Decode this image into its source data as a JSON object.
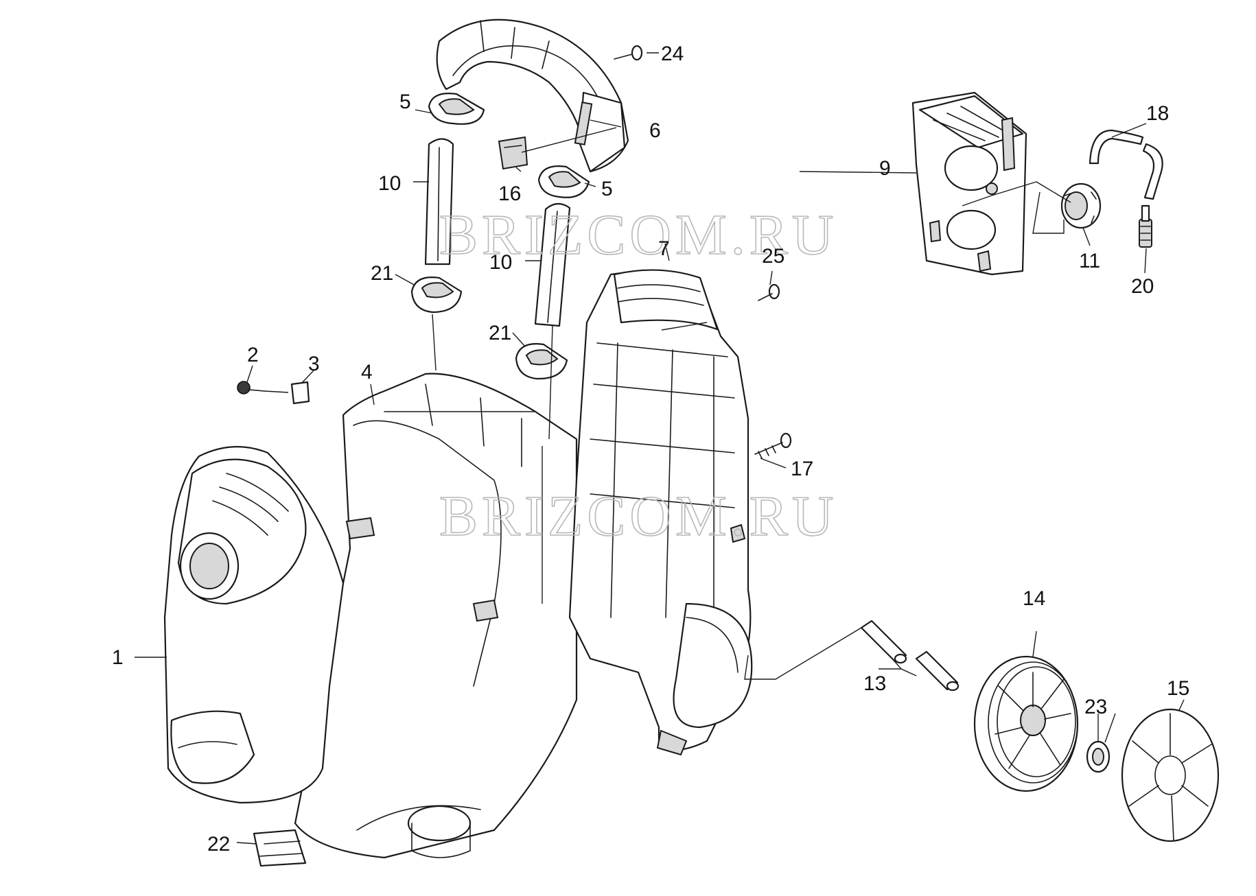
{
  "watermark": {
    "text": "BRIZCOM.RU"
  },
  "callouts": [
    {
      "id": "c1",
      "label": "1"
    },
    {
      "id": "c2",
      "label": "2"
    },
    {
      "id": "c3",
      "label": "3"
    },
    {
      "id": "c4",
      "label": "4"
    },
    {
      "id": "c5a",
      "label": "5"
    },
    {
      "id": "c5b",
      "label": "5"
    },
    {
      "id": "c6",
      "label": "6"
    },
    {
      "id": "c7",
      "label": "7"
    },
    {
      "id": "c9",
      "label": "9"
    },
    {
      "id": "c10a",
      "label": "10"
    },
    {
      "id": "c10b",
      "label": "10"
    },
    {
      "id": "c11",
      "label": "11"
    },
    {
      "id": "c13",
      "label": "13"
    },
    {
      "id": "c14",
      "label": "14"
    },
    {
      "id": "c15",
      "label": "15"
    },
    {
      "id": "c16",
      "label": "16"
    },
    {
      "id": "c17",
      "label": "17"
    },
    {
      "id": "c18",
      "label": "18"
    },
    {
      "id": "c20",
      "label": "20"
    },
    {
      "id": "c21a",
      "label": "21"
    },
    {
      "id": "c21b",
      "label": "21"
    },
    {
      "id": "c22",
      "label": "22"
    },
    {
      "id": "c23",
      "label": "23"
    },
    {
      "id": "c24",
      "label": "24"
    },
    {
      "id": "c25",
      "label": "25"
    }
  ]
}
